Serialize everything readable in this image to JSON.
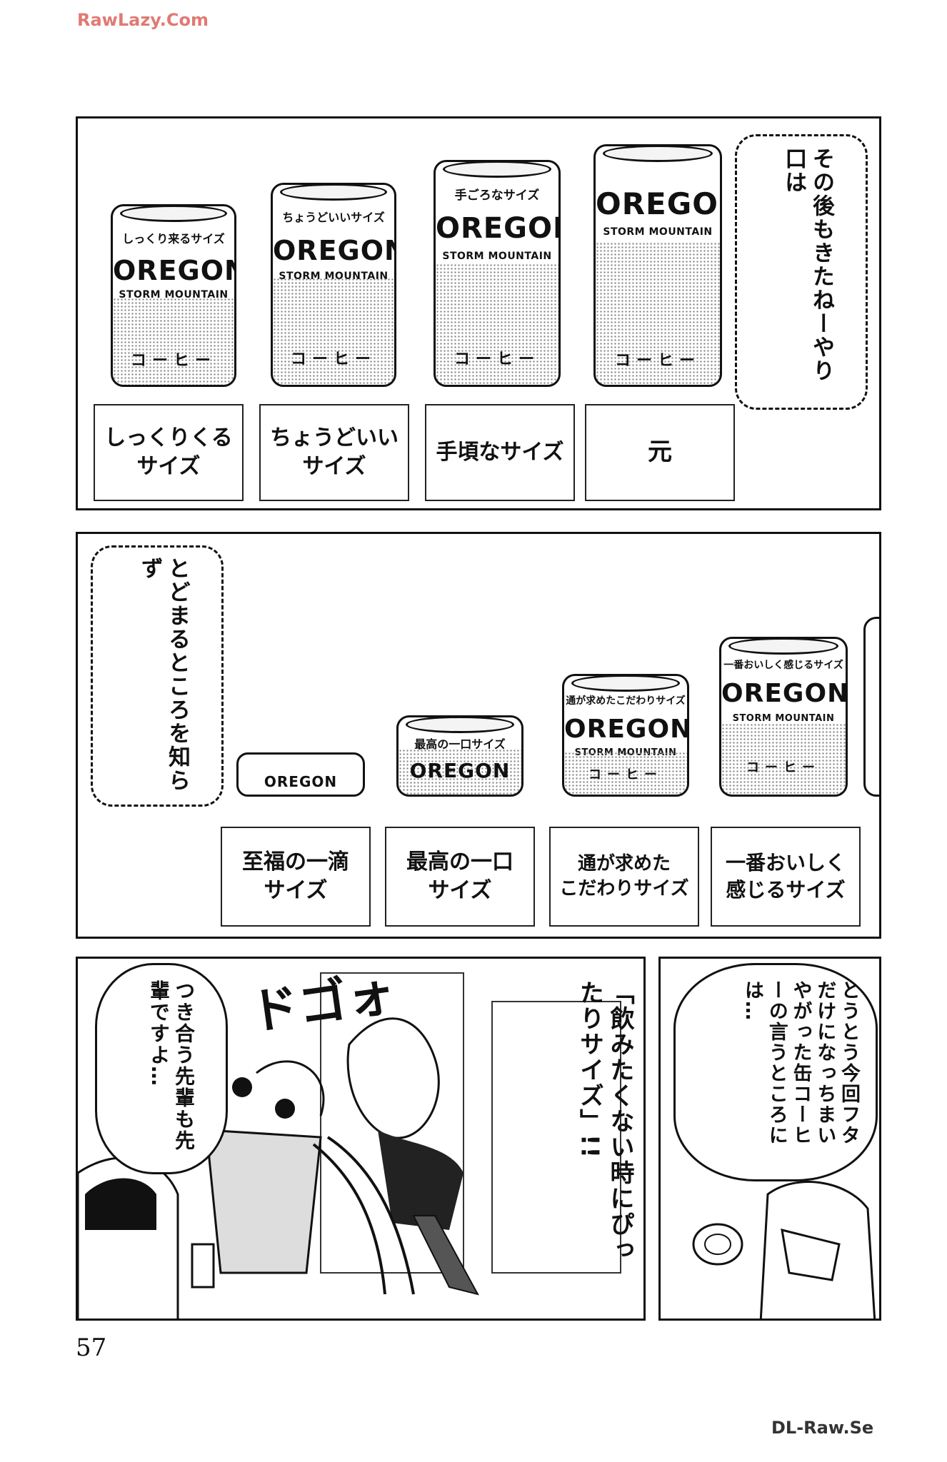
{
  "watermark_top": "RawLazy.Com",
  "watermark_bottom": "DL-Raw.Se",
  "page_number": "57",
  "panel1": {
    "narration": "その後もきたねーやり口は",
    "cans": [
      {
        "tag": "しっくり来るサイズ",
        "brand": "OREGON",
        "sub": "STORM MOUNTAIN",
        "kana": "コーヒー"
      },
      {
        "tag": "ちょうどいいサイズ",
        "brand": "OREGON",
        "sub": "STORM MOUNTAIN",
        "kana": "コーヒー"
      },
      {
        "tag": "手ごろなサイズ",
        "brand": "OREGON",
        "sub": "STORM MOUNTAIN",
        "kana": "コーヒー"
      },
      {
        "tag": "",
        "brand": "OREGON",
        "sub": "STORM MOUNTAIN",
        "kana": "コーヒー"
      }
    ],
    "labels": [
      "しっくりくる\nサイズ",
      "ちょうどいい\nサイズ",
      "手頃なサイズ",
      "元"
    ]
  },
  "panel2": {
    "narration": "とどまるところを知らず",
    "cans": [
      {
        "tag": "",
        "brand": "OREGON",
        "sub": "",
        "kana": ""
      },
      {
        "tag": "最高の一口サイズ",
        "brand": "OREGON",
        "sub": "",
        "kana": ""
      },
      {
        "tag": "通が求めたこだわりサイズ",
        "brand": "OREGON",
        "sub": "STORM MOUNTAIN",
        "kana": "コーヒー"
      },
      {
        "tag": "一番おいしく感じるサイズ",
        "brand": "OREGON",
        "sub": "STORM MOUNTAIN",
        "kana": "コーヒー"
      }
    ],
    "labels": [
      "至福の一滴\nサイズ",
      "最高の一口\nサイズ",
      "通が求めた\nこだわりサイズ",
      "一番おいしく\n感じるサイズ"
    ]
  },
  "panel3": {
    "bubble_left": "つき合う先輩も先輩ですよ…",
    "shout": "「飲みたくない時にぴったりサイズ」!!",
    "sfx": "ドゴォ"
  },
  "panel4": {
    "bubble": "とうとう今回フタだけになっちまいやがった缶コーヒーの言うところには…"
  }
}
